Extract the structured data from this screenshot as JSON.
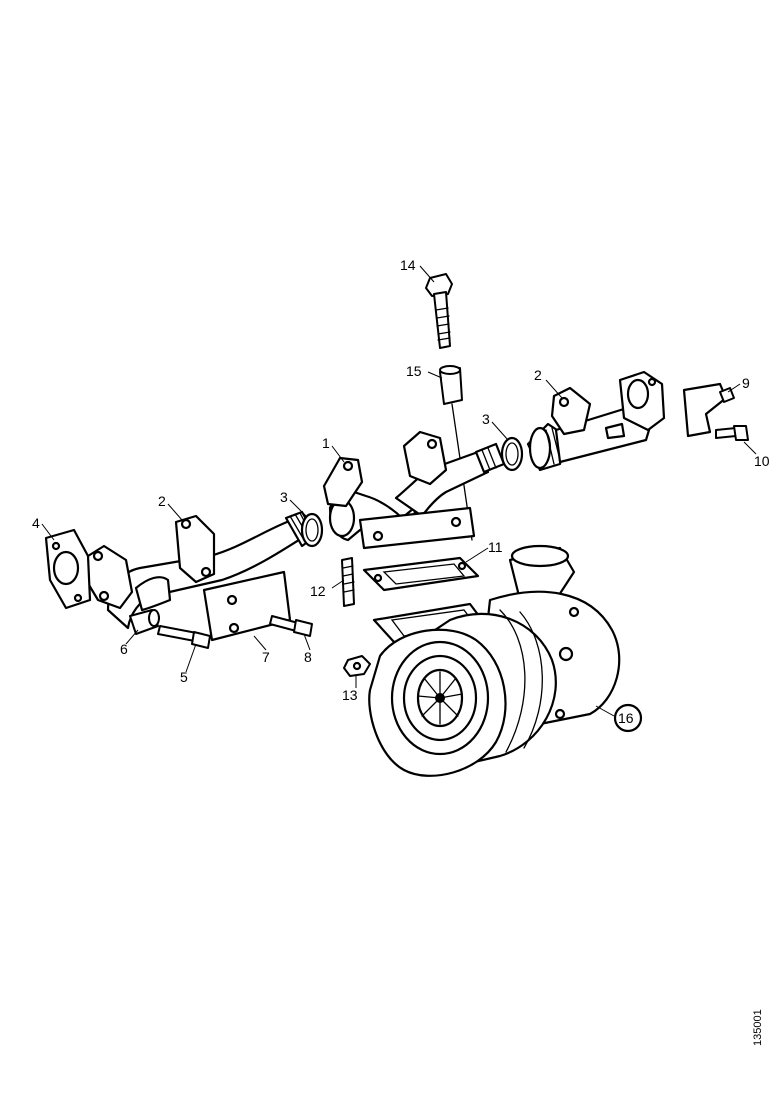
{
  "callouts": {
    "c1": "1",
    "c2a": "2",
    "c2b": "2",
    "c3a": "3",
    "c3b": "3",
    "c4": "4",
    "c5": "5",
    "c6": "6",
    "c7": "7",
    "c8": "8",
    "c9": "9",
    "c10": "10",
    "c11": "11",
    "c12": "12",
    "c13": "13",
    "c14": "14",
    "c15": "15",
    "c16": "16"
  },
  "reference_number": "135001"
}
